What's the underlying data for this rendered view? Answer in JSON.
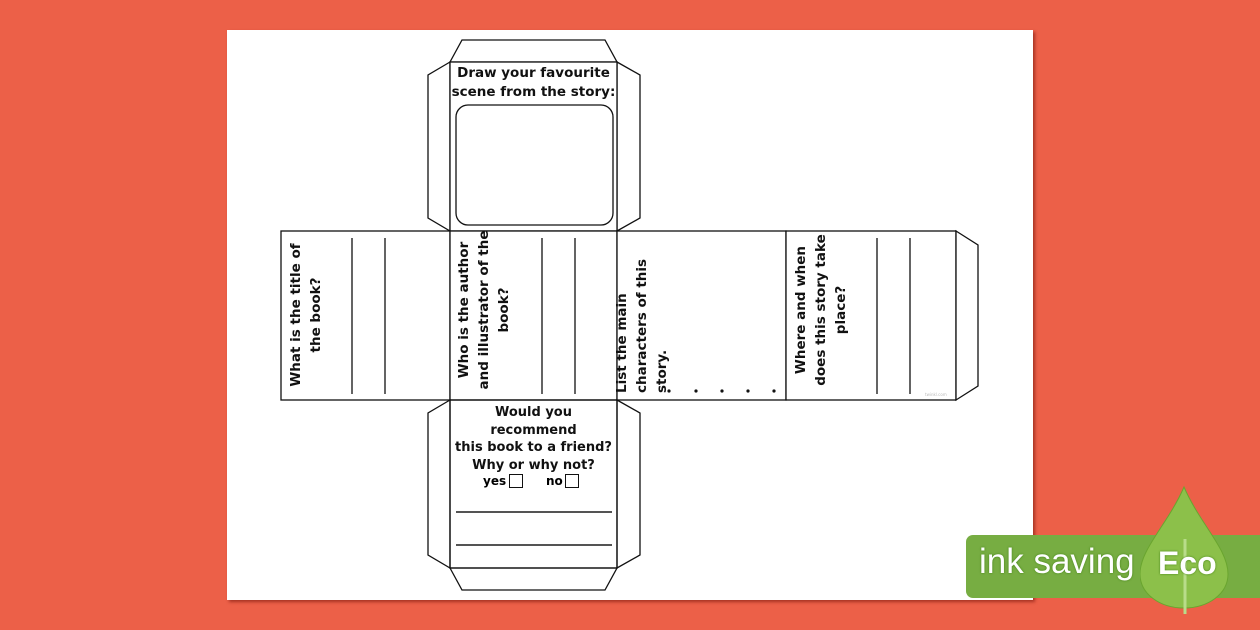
{
  "worksheet": {
    "top_face": {
      "prompt_line1": "Draw your favourite",
      "prompt_line2": "scene from the story:"
    },
    "face_title": {
      "line1": "What is the title of",
      "line2": "the book?"
    },
    "face_author": {
      "line1": "Who is the author",
      "line2": "and illustrator of the",
      "line3": "book?"
    },
    "face_characters": {
      "line1": "List the main",
      "line2": "characters of this story."
    },
    "face_setting": {
      "line1": "Where and when",
      "line2": "does this story take",
      "line3": "place?"
    },
    "bottom_face": {
      "line1": "Would you recommend",
      "line2": "this book to a friend?",
      "line3": "Why or why not?",
      "yes_label": "yes",
      "no_label": "no"
    },
    "watermark": "twinkl.com"
  },
  "eco_badge": {
    "label": "ink saving",
    "eco": "Eco",
    "colors": {
      "badge": "#77ad42",
      "leaf": "#8cc04a",
      "background": "#ec6048"
    }
  }
}
